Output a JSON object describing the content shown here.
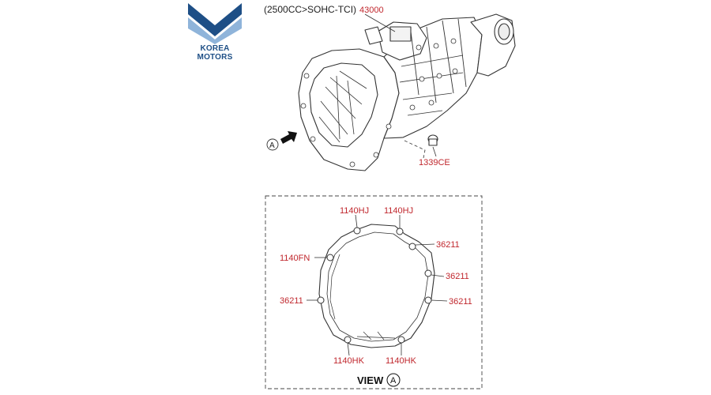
{
  "brand": {
    "name": "KOREA MOTORS",
    "colors": {
      "top": "#1e4f86",
      "bottom": "#8fb4da"
    }
  },
  "diagram": {
    "engine_spec": "(2500CC>SOHC-TCI)",
    "view_ref": "A",
    "view_label": "VIEW",
    "part_labels": {
      "assembly": "43000",
      "plug": "1339CE",
      "bolt_hj_1": "1140HJ",
      "bolt_hj_2": "1140HJ",
      "bolt_fn": "1140FN",
      "bolt_hk_1": "1140HK",
      "bolt_hk_2": "1140HK",
      "pin_1": "36211",
      "pin_2": "36211",
      "pin_3": "36211",
      "pin_4": "36211"
    },
    "label_color": "#c0272d"
  }
}
